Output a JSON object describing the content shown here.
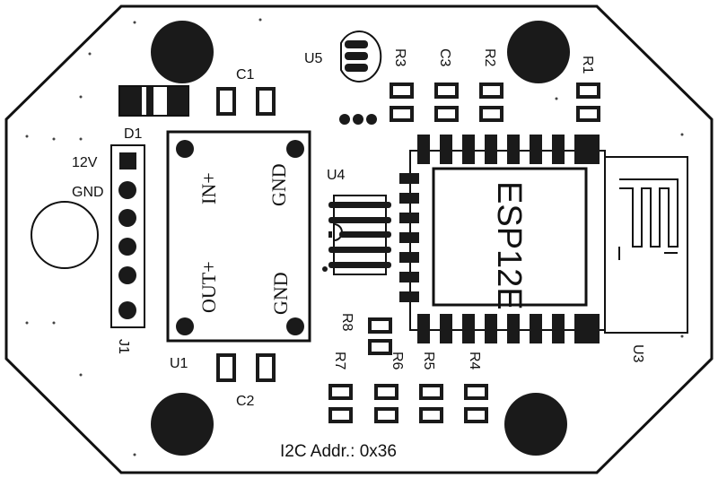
{
  "board": {
    "labels": {
      "u5": "U5",
      "r3": "R3",
      "c3": "C3",
      "r2": "R2",
      "r1": "R1",
      "c1": "C1",
      "d1": "D1",
      "j1": "J1",
      "u4": "U4",
      "u1": "U1",
      "c2": "C2",
      "u3": "U3",
      "r8": "R8",
      "r7": "R7",
      "r6": "R6",
      "r5": "R5",
      "r4": "R4"
    },
    "pin_12v": "12V",
    "pin_gnd": "GND",
    "u1_in_plus": "IN+",
    "u1_gnd_top": "GND",
    "u1_out_plus": "OUT+",
    "u1_gnd_bottom": "GND",
    "esp_label": "ESP12E",
    "i2c_address": "I2C Addr.: 0x36"
  }
}
